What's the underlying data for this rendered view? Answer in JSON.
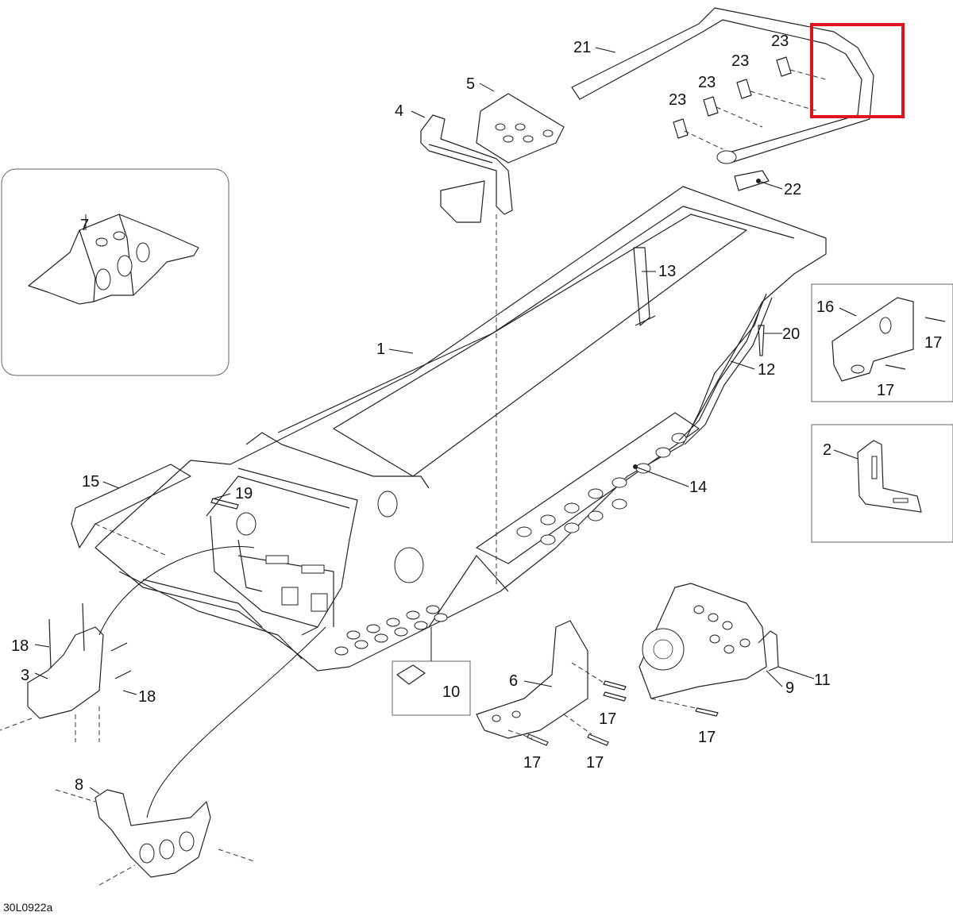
{
  "callouts": {
    "c1": "1",
    "c2": "2",
    "c3": "3",
    "c4": "4",
    "c5": "5",
    "c6": "6",
    "c7": "7",
    "c8": "8",
    "c9": "9",
    "c10": "10",
    "c11": "11",
    "c12": "12",
    "c13": "13",
    "c14": "14",
    "c15": "15",
    "c16": "16",
    "c17a": "17",
    "c17b": "17",
    "c17c": "17",
    "c17d": "17",
    "c17e": "17",
    "c17f": "17",
    "c18a": "18",
    "c18b": "18",
    "c19": "19",
    "c20": "20",
    "c21": "21",
    "c22": "22",
    "c23a": "23",
    "c23b": "23",
    "c23c": "23",
    "c23d": "23"
  },
  "drawing_code": "30L0922a",
  "highlight_color": "#e0141e"
}
